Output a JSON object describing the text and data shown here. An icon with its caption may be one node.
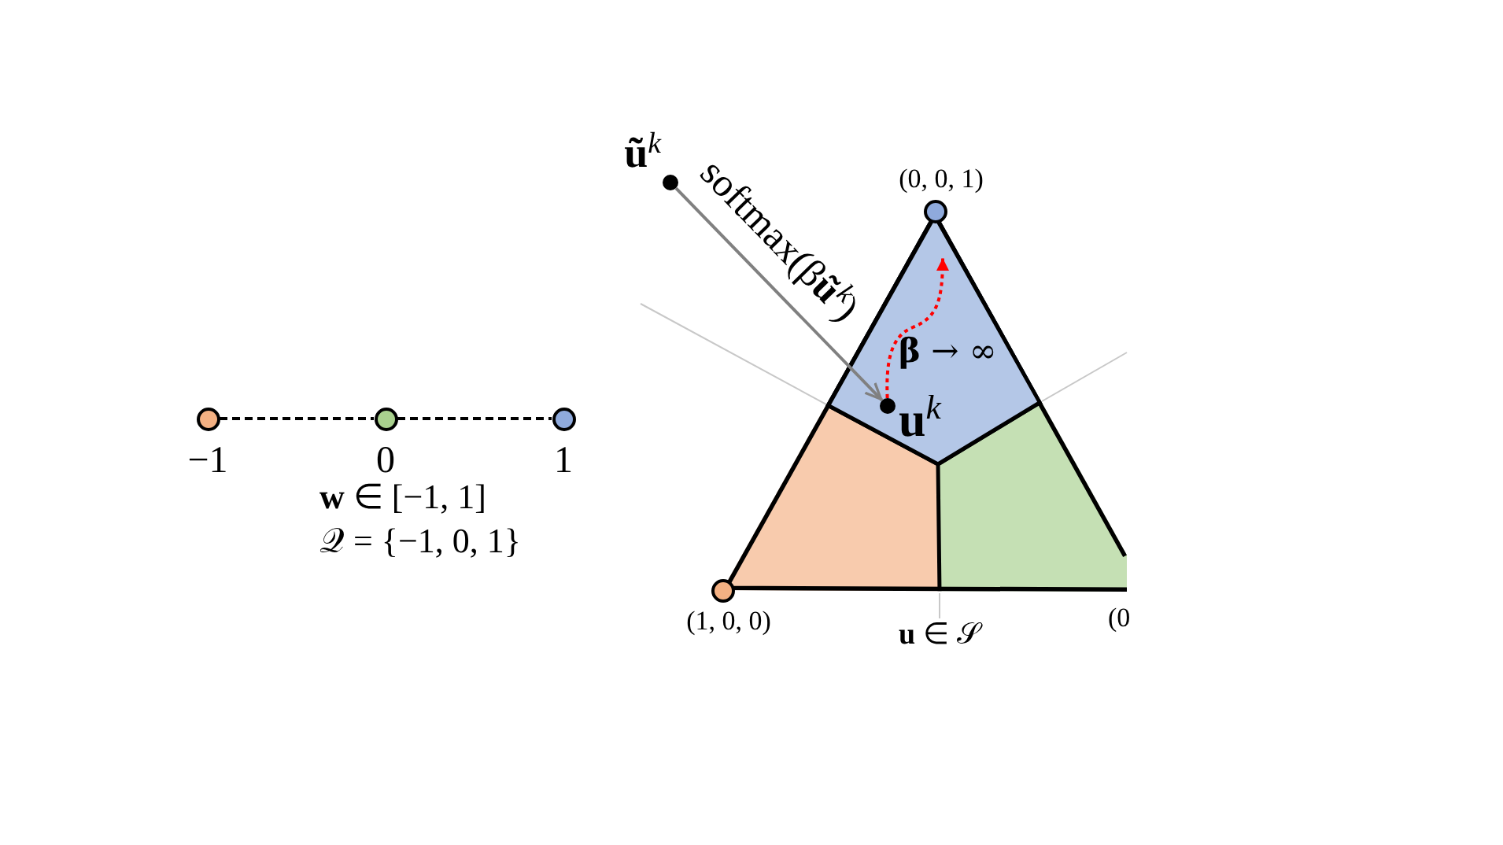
{
  "diagram": {
    "nodes": [
      {
        "text": [],
        "shape": "circle",
        "beside": [
          "−1"
        ]
      },
      {
        "text": [],
        "shape": "circle",
        "beside": [
          "0"
        ]
      },
      {
        "text": [],
        "shape": "circle",
        "beside": [
          "1"
        ]
      },
      {
        "text": [],
        "shape": "triangle",
        "beside": [
          "**u** ∈ 𝒮"
        ]
      },
      {
        "text": [
          "**β** → ∞"
        ],
        "in": 3
      },
      {
        "text": [],
        "shape": "circle",
        "beside": [
          "(0, 0, 1)"
        ]
      },
      {
        "text": [],
        "shape": "circle",
        "beside": [
          "(1, 0, 0)"
        ]
      },
      {
        "text": [],
        "shape": "circle",
        "beside": [
          "**ũ**$^{k}$"
        ]
      },
      {
        "text": [],
        "shape": "circle",
        "in": 4,
        "beside": [
          "**u**$^{k}$"
        ]
      }
    ],
    "edges": [
      {
        "from": 0,
        "to": 1,
        "arrow": "none",
        "style": "dashed"
      },
      {
        "from": 1,
        "to": 2,
        "arrow": "none",
        "style": "dashed"
      },
      {
        "from": 7,
        "to": 8,
        "arrow": "to",
        "label": "softmax(β**ũ**$^{k}$)",
        "color": "#808080"
      },
      {
        "from": 8,
        "to": null,
        "arrow": "to",
        "style": "dashed",
        "color": "#ff0000"
      }
    ],
    "labels": [
      "**w** ∈ [−1, 1]",
      "𝒬 = {−1, 0, 1}",
      "(0"
    ]
  }
}
